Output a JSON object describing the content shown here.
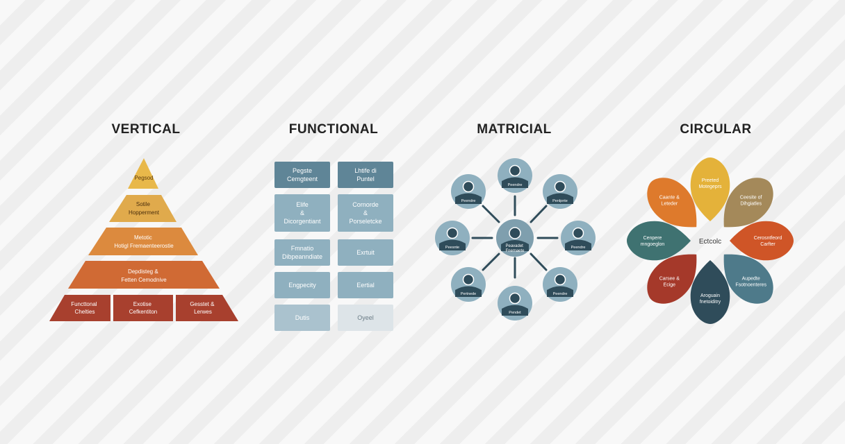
{
  "colors": {
    "yellow": "#e8b84a",
    "gold": "#e0a84a",
    "orange": "#dc8a3e",
    "burnt": "#d06a34",
    "red": "#a8402e",
    "slate": "#5f8597",
    "slate_light": "#8fb0bf",
    "slate_lighter": "#aac2ce",
    "faint": "#dde4e8",
    "teal": "#3d6f73",
    "navy": "#2f4c5a",
    "olive": "#a4895a"
  },
  "vertical": {
    "title": "VERTICAL",
    "levels": [
      {
        "label": "Pegsod"
      },
      {
        "label": "Sotile\nHopperment"
      },
      {
        "label": "Metotic\nHotigl Fremaenteerostie"
      },
      {
        "label": "Depdisteg &\nFetten Cemodnive"
      }
    ],
    "base": [
      {
        "label": "Functtonal\nChelties"
      },
      {
        "label": "Exotise\nCefkentiton"
      },
      {
        "label": "Gesstet &\nLerwes"
      }
    ]
  },
  "functional": {
    "title": "FUNCTIONAL",
    "boxes": [
      {
        "label": "Pegste\nCemgteent",
        "tone": "slate"
      },
      {
        "label": "Lhtife di\nPuntel",
        "tone": "slate"
      },
      {
        "label": "Elife\n&\nDicorgentiant",
        "tone": "light"
      },
      {
        "label": "Cornorde\n&\nPorseletcke",
        "tone": "light"
      },
      {
        "label": "Fmnatio\nDibpeanndiate",
        "tone": "light"
      },
      {
        "label": "Exrtuit",
        "tone": "light"
      },
      {
        "label": "Engpecity",
        "tone": "light"
      },
      {
        "label": "Eertial",
        "tone": "light"
      },
      {
        "label": "Dutis",
        "tone": "light"
      },
      {
        "label": "Oyeel",
        "tone": "faint"
      }
    ]
  },
  "matricial": {
    "title": "MATRICIAL",
    "center_label": "Peavadet\nFnemaete",
    "nodes": [
      {
        "label": "Peendre"
      },
      {
        "label": "Penlpnte"
      },
      {
        "label": "Peendre"
      },
      {
        "label": "Peendre"
      },
      {
        "label": "Pendet"
      },
      {
        "label": "Pertnede"
      },
      {
        "label": "Peesnte"
      },
      {
        "label": "Peendre"
      }
    ]
  },
  "circular": {
    "title": "CIRCULAR",
    "center_label": "Ectcolc",
    "petals": [
      {
        "label": "Preeted\nMotegeprs",
        "color": "#e4b23a"
      },
      {
        "label": "Ceesite of\nDihgiatles",
        "color": "#a4895a"
      },
      {
        "label": "Cerosntfeord\nCarfter",
        "color": "#cf5527"
      },
      {
        "label": "Aupedte\nFsotnoenteres",
        "color": "#4e7a8a"
      },
      {
        "label": "Aroguain\nfnetoiditry",
        "color": "#2f4c5a"
      },
      {
        "label": "Carsee &\nEcige",
        "color": "#a5392a"
      },
      {
        "label": "Cenpere\nmngoeglon",
        "color": "#3f7271"
      },
      {
        "label": "Caante &\nLeteder",
        "color": "#de7a2c"
      }
    ]
  }
}
